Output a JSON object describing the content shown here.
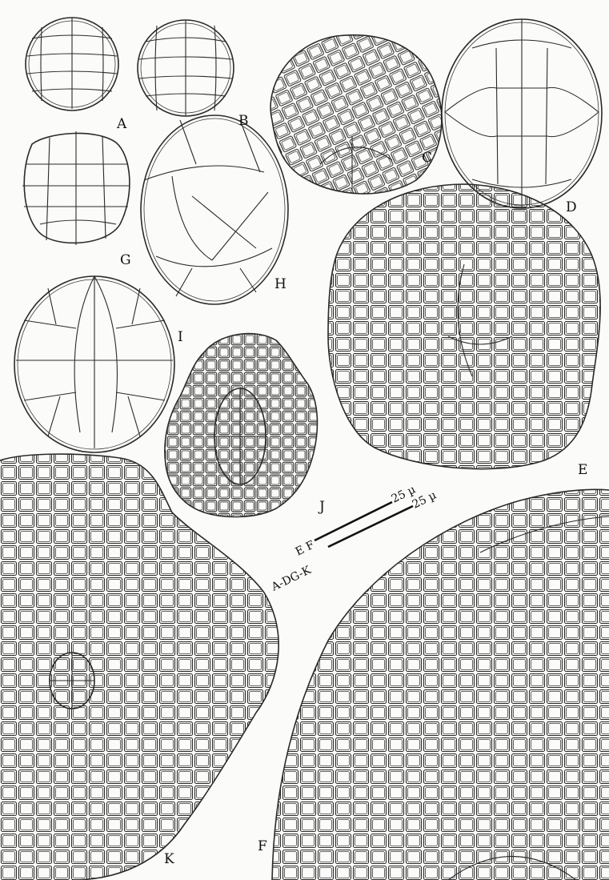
{
  "figures": [
    {
      "id": "A",
      "label": "A"
    },
    {
      "id": "B",
      "label": "B"
    },
    {
      "id": "C",
      "label": "C"
    },
    {
      "id": "D",
      "label": "D"
    },
    {
      "id": "E",
      "label": "E"
    },
    {
      "id": "F",
      "label": "F"
    },
    {
      "id": "G",
      "label": "G"
    },
    {
      "id": "H",
      "label": "H"
    },
    {
      "id": "I",
      "label": "I"
    },
    {
      "id": "J",
      "label": "J"
    },
    {
      "id": "K",
      "label": "K"
    }
  ],
  "scale_bars": [
    {
      "figures": "E F",
      "length": "25 µ"
    },
    {
      "figures": "A-DG-K",
      "length": "25 µ"
    }
  ]
}
